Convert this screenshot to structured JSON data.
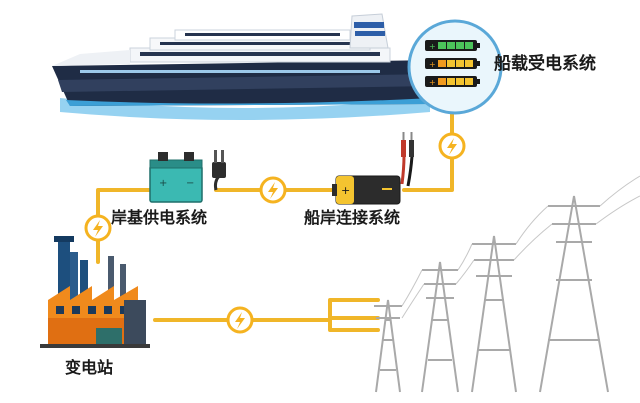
{
  "labels": {
    "ship_system": "船载受电系统",
    "shore_supply": "岸基供电系统",
    "connection": "船岸连接系统",
    "substation": "变电站"
  },
  "icons": {
    "ship": "cruise-ship-icon",
    "battery": "battery-icon",
    "plug": "power-plug-icon",
    "bolt": "lightning-bolt-icon",
    "factory": "substation-factory-icon",
    "pylon": "transmission-tower-icon"
  },
  "colors": {
    "line": "#f0b629",
    "node": "#f5b320",
    "hull_dark": "#23304a",
    "water": "#7cc7ee",
    "circle_bg": "#eaf6fc",
    "circle_border": "#5aa8d8",
    "cell_green": "#4cc35a",
    "cell_orange": "#f19a1e",
    "cell_yellow": "#f4c430",
    "battery_teal": "#3bb9b2",
    "pylon": "#b8b8b8"
  }
}
